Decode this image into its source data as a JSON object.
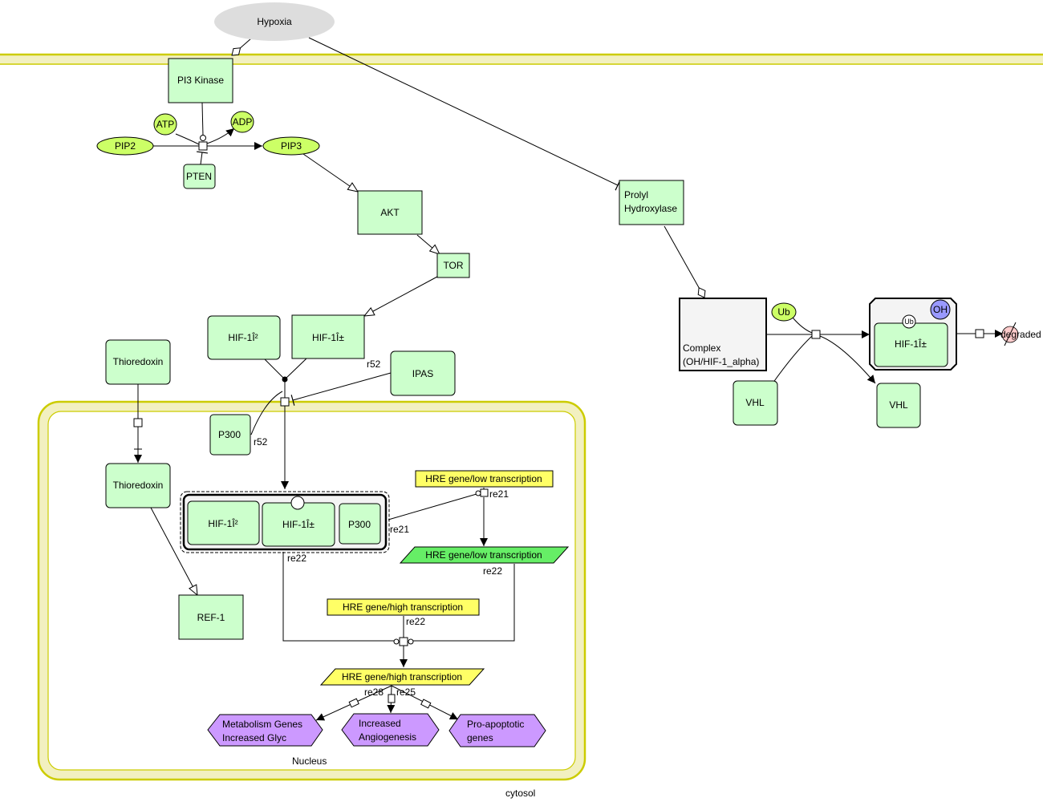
{
  "compartments": {
    "cytosol_label": "cytosol",
    "nucleus_label": "Nucleus"
  },
  "colors": {
    "membrane_fill": "#f2f0c0",
    "membrane_stroke": "#cccc00",
    "protein_fill": "#ccffcc",
    "small_molecule_fill": "#ccff66",
    "phenotype_fill": "#cc99ff",
    "gene_yellow": "#ffff66",
    "gene_green": "#66ee66",
    "stimulus_fill": "#dddddd",
    "oh_fill": "#9999ff",
    "degraded_fill": "#ffcccc"
  },
  "nodes": {
    "hypoxia": "Hypoxia",
    "pi3_kinase": "PI3 Kinase",
    "atp": "ATP",
    "adp": "ADP",
    "pip2": "PIP2",
    "pip3": "PIP3",
    "pten": "PTEN",
    "akt": "AKT",
    "tor": "TOR",
    "prolyl_hydroxylase_line1": "Prolyl",
    "prolyl_hydroxylase_line2": "Hydroxylase",
    "hif1b": "HIF-1Î²",
    "hif1a": "HIF-1Î±",
    "ipas": "IPAS",
    "p300_outer": "P300",
    "thioredoxin_cyto": "Thioredoxin",
    "thioredoxin_nuc": "Thioredoxin",
    "ref1": "REF-1",
    "complex_hif1b": "HIF-1Î²",
    "complex_hif1a": "HIF-1Î±",
    "complex_p300": "P300",
    "hre_low_gene": "HRE gene/low transcription",
    "hre_low_rna": "HRE gene/low transcription",
    "hre_high_gene": "HRE gene/high transcription",
    "hre_high_rna": "HRE gene/high transcription",
    "metabolism_line1": "Metabolism Genes",
    "metabolism_line2": "Increased Glyc",
    "angiogenesis_line1": "Increased",
    "angiogenesis_line2": "Angiogenesis",
    "apoptotic_line1": "Pro-apoptotic",
    "apoptotic_line2": "genes",
    "complex_oh_line1": "Complex",
    "complex_oh_line2": "(OH/HIF-1_alpha)",
    "ub": "Ub",
    "vhl_in": "VHL",
    "vhl_out": "VHL",
    "hif1a_ub": "HIF-1Î±",
    "ub_site": "Ub",
    "oh_site": "OH",
    "degraded": "degraded"
  },
  "reaction_labels": {
    "r52_a": "r52",
    "r52_b": "r52",
    "re21_a": "re21",
    "re21_b": "re21",
    "re22_a": "re22",
    "re22_b": "re22",
    "re22_c": "re22",
    "re28": "re28",
    "re25": "re25"
  }
}
